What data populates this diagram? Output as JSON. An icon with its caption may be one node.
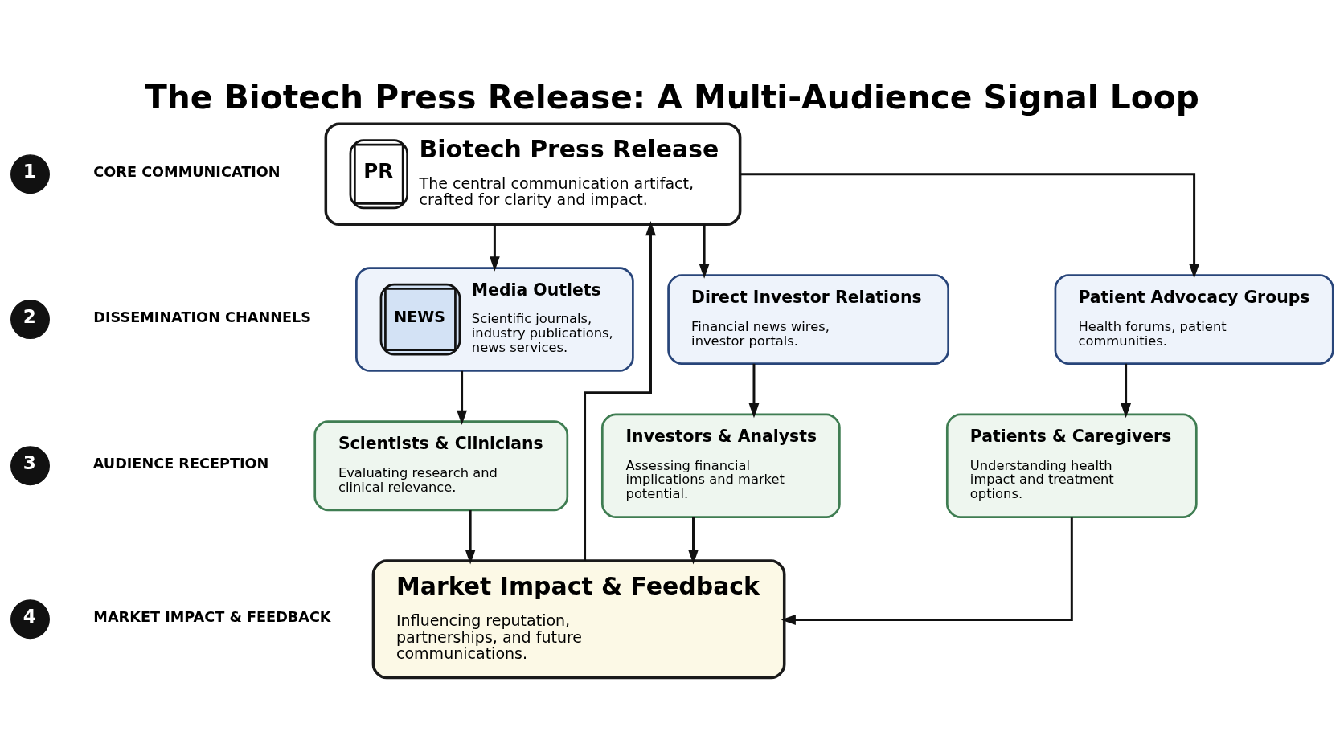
{
  "diagram": {
    "title": "The Biotech Press Release: A Multi-Audience Signal Loop",
    "nodes": [
      {
        "text": [
          "PR",
          "Biotech Press Release",
          "The central communication artifact, crafted for clarity and impact."
        ]
      },
      {
        "text": [
          "NEWS",
          "Media Outlets",
          "Scientific journals, industry publications, news services."
        ]
      },
      {
        "text": [
          "Direct Investor Relations",
          "Financial news wires, investor portals."
        ]
      },
      {
        "text": [
          "Patient Advocacy Groups",
          "Health forums, patient communities."
        ]
      },
      {
        "text": [
          "Scientists & Clinicians",
          "Evaluating research and clinical relevance."
        ]
      },
      {
        "text": [
          "Investors & Analysts",
          "Assessing financial implications and market potential."
        ]
      },
      {
        "text": [
          "Patients & Caregivers",
          "Understanding health impact and treatment options."
        ]
      },
      {
        "text": [
          "Market Impact & Feedback",
          "Influencing reputation, partnerships, and future communications."
        ]
      },
      {
        "text": [
          "1"
        ],
        "beside": [
          "CORE COMMUNICATION"
        ]
      },
      {
        "text": [
          "2"
        ],
        "beside": [
          "DISSEMINATION CHANNELS"
        ]
      },
      {
        "text": [
          "3"
        ],
        "beside": [
          "AUDIENCE RECEPTION"
        ]
      },
      {
        "text": [
          "4"
        ],
        "beside": [
          "MARKET IMPACT & FEEDBACK"
        ]
      }
    ],
    "edges": [
      {
        "from": 0,
        "to": 1,
        "arrow": "to"
      },
      {
        "from": 0,
        "to": 2,
        "arrow": "to"
      },
      {
        "from": 0,
        "to": 3,
        "arrow": "to"
      },
      {
        "from": 1,
        "to": 4,
        "arrow": "to"
      },
      {
        "from": 2,
        "to": 5,
        "arrow": "to"
      },
      {
        "from": 3,
        "to": 6,
        "arrow": "to"
      },
      {
        "from": 4,
        "to": 7,
        "arrow": "to"
      },
      {
        "from": 5,
        "to": 7,
        "arrow": "to"
      },
      {
        "from": 6,
        "to": 7,
        "arrow": "to"
      },
      {
        "from": 7,
        "to": 0,
        "arrow": "to"
      }
    ]
  }
}
